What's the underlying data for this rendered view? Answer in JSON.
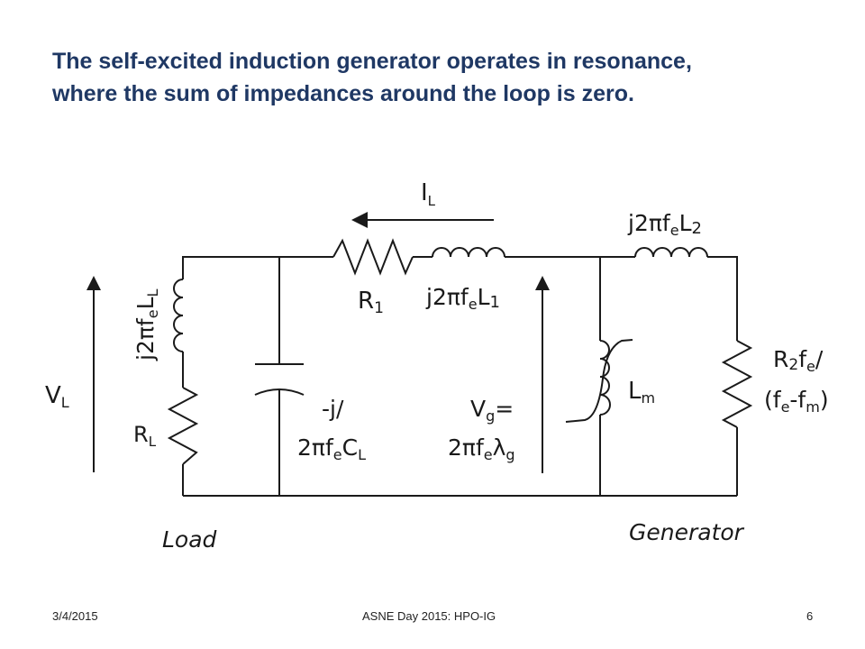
{
  "slide": {
    "title_line1": "The self-excited induction generator operates in resonance,",
    "title_line2": "where the sum of impedances around the loop is zero.",
    "title_color": "#1f3864"
  },
  "diagram": {
    "current_label": {
      "main": "I",
      "sub": "L"
    },
    "voltage_load": {
      "main": "V",
      "sub": "L"
    },
    "r1": {
      "main": "R",
      "sub": "1"
    },
    "rl": {
      "main": "R",
      "sub": "L"
    },
    "lm": {
      "main": "L",
      "sub": "m"
    },
    "l1_impedance": {
      "a": "j2",
      "pi": "π",
      "b": "f",
      "c": "e",
      "d": "L",
      "e": "1"
    },
    "l2_impedance": {
      "a": "j2",
      "pi": "π",
      "b": "f",
      "c": "e",
      "d": "L",
      "e": "2"
    },
    "ll_impedance": {
      "a": "j2",
      "pi": "π",
      "b": "f",
      "c": "e",
      "d": "L",
      "e": "L"
    },
    "capacitor": {
      "line1": "-j/",
      "a": "2",
      "pi": "π",
      "b": "f",
      "c": "e",
      "d": "C",
      "e": "L"
    },
    "source": {
      "v": "V",
      "g": "g",
      "eq": "=",
      "a": "2",
      "pi": "π",
      "b": "f",
      "c": "e",
      "lambda": "λ",
      "g2": "g"
    },
    "rotor_resistance": {
      "r": "R",
      "two": "2",
      "f": "f",
      "e": "e",
      "slash": "/",
      "open": "(f",
      "e2": "e",
      "minus": "-f",
      "m": "m",
      "close": ")"
    },
    "load_label": "Load",
    "generator_label": "Generator"
  },
  "footer": {
    "date": "3/4/2015",
    "center": "ASNE Day 2015: HPO-IG",
    "page": "6"
  }
}
